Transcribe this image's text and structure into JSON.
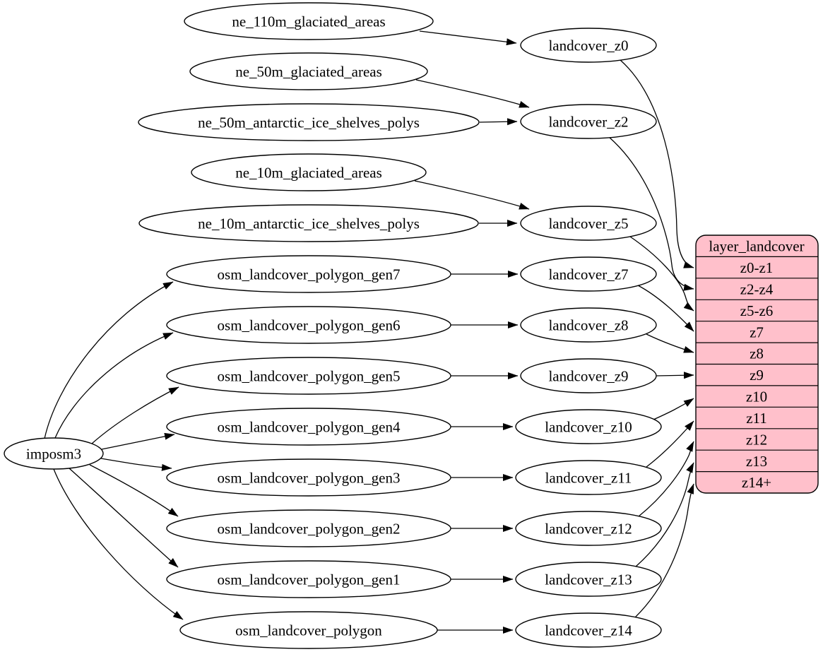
{
  "colors": {
    "record_fill": "#ffc0cb",
    "edge": "#000000",
    "text": "#000000",
    "background": "#ffffff"
  },
  "nodes": {
    "imposm3": {
      "label": "imposm3"
    },
    "sources": [
      {
        "label": "ne_110m_glaciated_areas"
      },
      {
        "label": "ne_50m_glaciated_areas"
      },
      {
        "label": "ne_50m_antarctic_ice_shelves_polys"
      },
      {
        "label": "ne_10m_glaciated_areas"
      },
      {
        "label": "ne_10m_antarctic_ice_shelves_polys"
      },
      {
        "label": "osm_landcover_polygon_gen7"
      },
      {
        "label": "osm_landcover_polygon_gen6"
      },
      {
        "label": "osm_landcover_polygon_gen5"
      },
      {
        "label": "osm_landcover_polygon_gen4"
      },
      {
        "label": "osm_landcover_polygon_gen3"
      },
      {
        "label": "osm_landcover_polygon_gen2"
      },
      {
        "label": "osm_landcover_polygon_gen1"
      },
      {
        "label": "osm_landcover_polygon"
      }
    ],
    "landcover": [
      {
        "label": "landcover_z0"
      },
      {
        "label": "landcover_z2"
      },
      {
        "label": "landcover_z5"
      },
      {
        "label": "landcover_z7"
      },
      {
        "label": "landcover_z8"
      },
      {
        "label": "landcover_z9"
      },
      {
        "label": "landcover_z10"
      },
      {
        "label": "landcover_z11"
      },
      {
        "label": "landcover_z12"
      },
      {
        "label": "landcover_z13"
      },
      {
        "label": "landcover_z14"
      }
    ],
    "record": {
      "title": "layer_landcover",
      "rows": [
        "z0-z1",
        "z2-z4",
        "z5-z6",
        "z7",
        "z8",
        "z9",
        "z10",
        "z11",
        "z12",
        "z13",
        "z14+"
      ]
    }
  },
  "edges": [
    [
      "imposm3",
      "osm_landcover_polygon_gen7"
    ],
    [
      "imposm3",
      "osm_landcover_polygon_gen6"
    ],
    [
      "imposm3",
      "osm_landcover_polygon_gen5"
    ],
    [
      "imposm3",
      "osm_landcover_polygon_gen4"
    ],
    [
      "imposm3",
      "osm_landcover_polygon_gen3"
    ],
    [
      "imposm3",
      "osm_landcover_polygon_gen2"
    ],
    [
      "imposm3",
      "osm_landcover_polygon_gen1"
    ],
    [
      "imposm3",
      "osm_landcover_polygon"
    ],
    [
      "ne_110m_glaciated_areas",
      "landcover_z0"
    ],
    [
      "ne_50m_glaciated_areas",
      "landcover_z2"
    ],
    [
      "ne_50m_antarctic_ice_shelves_polys",
      "landcover_z2"
    ],
    [
      "ne_10m_glaciated_areas",
      "landcover_z5"
    ],
    [
      "ne_10m_antarctic_ice_shelves_polys",
      "landcover_z5"
    ],
    [
      "osm_landcover_polygon_gen7",
      "landcover_z7"
    ],
    [
      "osm_landcover_polygon_gen6",
      "landcover_z8"
    ],
    [
      "osm_landcover_polygon_gen5",
      "landcover_z9"
    ],
    [
      "osm_landcover_polygon_gen4",
      "landcover_z10"
    ],
    [
      "osm_landcover_polygon_gen3",
      "landcover_z11"
    ],
    [
      "osm_landcover_polygon_gen2",
      "landcover_z12"
    ],
    [
      "osm_landcover_polygon_gen1",
      "landcover_z13"
    ],
    [
      "osm_landcover_polygon",
      "landcover_z14"
    ],
    [
      "landcover_z0",
      "layer_landcover:z0-z1"
    ],
    [
      "landcover_z2",
      "layer_landcover:z2-z4"
    ],
    [
      "landcover_z5",
      "layer_landcover:z5-z6"
    ],
    [
      "landcover_z7",
      "layer_landcover:z7"
    ],
    [
      "landcover_z8",
      "layer_landcover:z8"
    ],
    [
      "landcover_z9",
      "layer_landcover:z9"
    ],
    [
      "landcover_z10",
      "layer_landcover:z10"
    ],
    [
      "landcover_z11",
      "layer_landcover:z11"
    ],
    [
      "landcover_z12",
      "layer_landcover:z12"
    ],
    [
      "landcover_z13",
      "layer_landcover:z13"
    ],
    [
      "landcover_z14",
      "layer_landcover:z14+"
    ]
  ]
}
